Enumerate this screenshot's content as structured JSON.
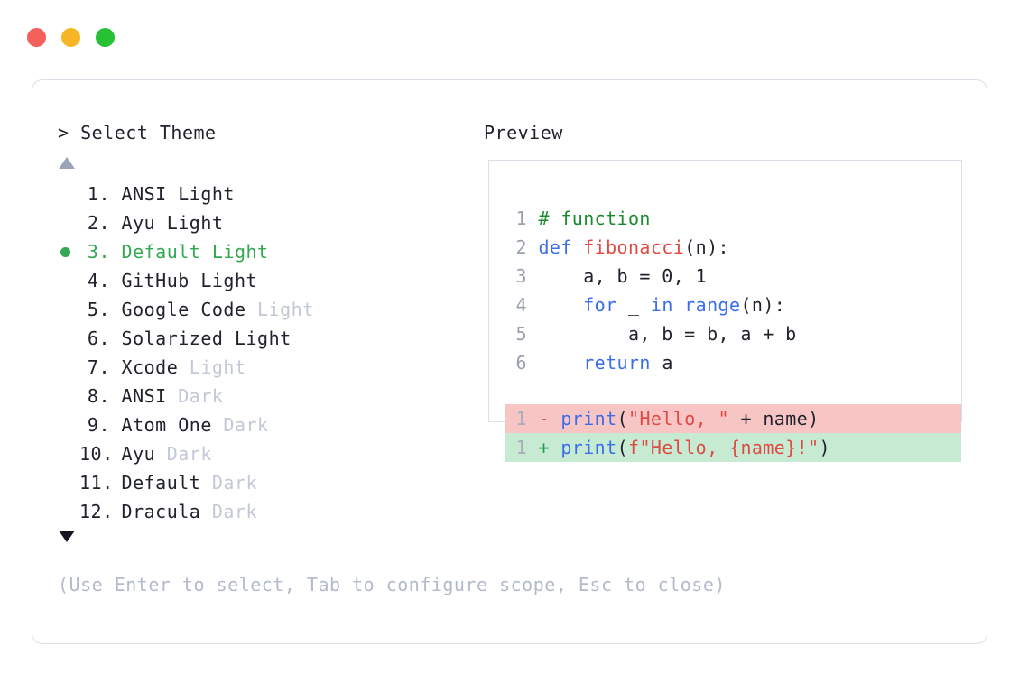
{
  "window": {
    "traffic_lights": [
      {
        "name": "close",
        "color": "#f4605a"
      },
      {
        "name": "minimize",
        "color": "#f7b626"
      },
      {
        "name": "maximize",
        "color": "#26c134"
      }
    ]
  },
  "prompt": {
    "header": "> Select Theme",
    "preview_header": "Preview",
    "scroll_up_icon": "triangle-up-icon",
    "scroll_down_icon": "triangle-down-icon",
    "hint": "(Use Enter to select, Tab to configure scope, Esc to close)",
    "selected_index": 3,
    "selected_color": "#34a853",
    "muted_color": "#c2c8d6",
    "items": [
      {
        "number": "1.",
        "name": "ANSI",
        "variant": " Light",
        "variant_muted": false,
        "selected": false
      },
      {
        "number": "2.",
        "name": "Ayu",
        "variant": " Light",
        "variant_muted": false,
        "selected": false
      },
      {
        "number": "3.",
        "name": "Default",
        "variant": " Light",
        "variant_muted": false,
        "selected": true
      },
      {
        "number": "4.",
        "name": "GitHub",
        "variant": " Light",
        "variant_muted": false,
        "selected": false
      },
      {
        "number": "5.",
        "name": "Google Code",
        "variant": " Light",
        "variant_muted": true,
        "selected": false
      },
      {
        "number": "6.",
        "name": "Solarized",
        "variant": " Light",
        "variant_muted": false,
        "selected": false
      },
      {
        "number": "7.",
        "name": "Xcode",
        "variant": " Light",
        "variant_muted": true,
        "selected": false
      },
      {
        "number": "8.",
        "name": "ANSI",
        "variant": " Dark",
        "variant_muted": true,
        "selected": false
      },
      {
        "number": "9.",
        "name": "Atom One",
        "variant": " Dark",
        "variant_muted": true,
        "selected": false
      },
      {
        "number": "10.",
        "name": "Ayu",
        "variant": " Dark",
        "variant_muted": true,
        "selected": false
      },
      {
        "number": "11.",
        "name": "Default",
        "variant": " Dark",
        "variant_muted": true,
        "selected": false
      },
      {
        "number": "12.",
        "name": "Dracula",
        "variant": " Dark",
        "variant_muted": true,
        "selected": false
      }
    ]
  },
  "preview": {
    "language": "python",
    "code_lines": [
      {
        "ln": "1",
        "tokens": [
          {
            "t": "# function",
            "k": "comment"
          }
        ]
      },
      {
        "ln": "2",
        "tokens": [
          {
            "t": "def ",
            "k": "keyword"
          },
          {
            "t": "fibonacci",
            "k": "func"
          },
          {
            "t": "(n):",
            "k": "plain"
          }
        ]
      },
      {
        "ln": "3",
        "tokens": [
          {
            "t": "    a, b = 0, 1",
            "k": "plain"
          }
        ]
      },
      {
        "ln": "4",
        "tokens": [
          {
            "t": "    ",
            "k": "plain"
          },
          {
            "t": "for",
            "k": "keyword"
          },
          {
            "t": " _ ",
            "k": "plain"
          },
          {
            "t": "in",
            "k": "keyword"
          },
          {
            "t": " ",
            "k": "plain"
          },
          {
            "t": "range",
            "k": "builtin"
          },
          {
            "t": "(n):",
            "k": "plain"
          }
        ]
      },
      {
        "ln": "5",
        "tokens": [
          {
            "t": "        a, b = b, a + b",
            "k": "plain"
          }
        ]
      },
      {
        "ln": "6",
        "tokens": [
          {
            "t": "    ",
            "k": "plain"
          },
          {
            "t": "return",
            "k": "keyword"
          },
          {
            "t": " a",
            "k": "plain"
          }
        ]
      }
    ],
    "diff_lines": [
      {
        "ln": "1",
        "sign": "-",
        "type": "removed",
        "bg": "#f8c5c5",
        "tokens": [
          {
            "t": "print",
            "k": "builtin"
          },
          {
            "t": "(",
            "k": "plain"
          },
          {
            "t": "\"Hello, \"",
            "k": "string"
          },
          {
            "t": " + name)",
            "k": "plain"
          }
        ]
      },
      {
        "ln": "1",
        "sign": "+",
        "type": "added",
        "bg": "#c6ead2",
        "tokens": [
          {
            "t": "print",
            "k": "builtin"
          },
          {
            "t": "(",
            "k": "plain"
          },
          {
            "t": "f\"Hello, {name}!\"",
            "k": "string"
          },
          {
            "t": ")",
            "k": "plain"
          }
        ]
      }
    ]
  }
}
